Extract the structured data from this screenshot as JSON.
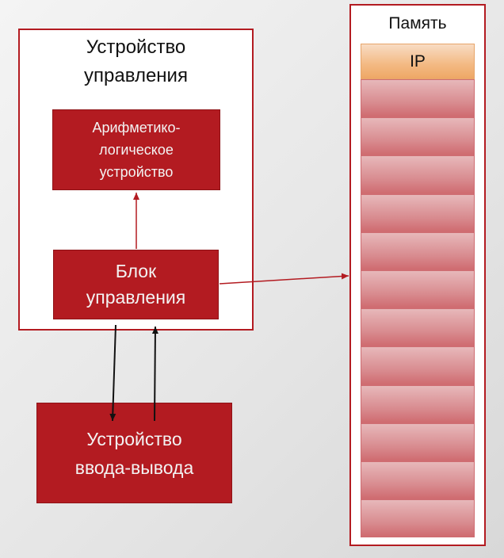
{
  "control_unit": {
    "title": "Устройство\nуправления"
  },
  "alu": {
    "label": "Арифметико-\nлогическое\nустройство"
  },
  "control_block": {
    "label": "Блок\nуправления"
  },
  "io_device": {
    "label": "Устройство\nввода-вывода"
  },
  "memory": {
    "title": "Память",
    "ip_label": "IP",
    "cell_count": 12
  },
  "colors": {
    "accent_red": "#b31b21",
    "memory_cell": "#d98d91",
    "ip_cell": "#f3b982"
  }
}
